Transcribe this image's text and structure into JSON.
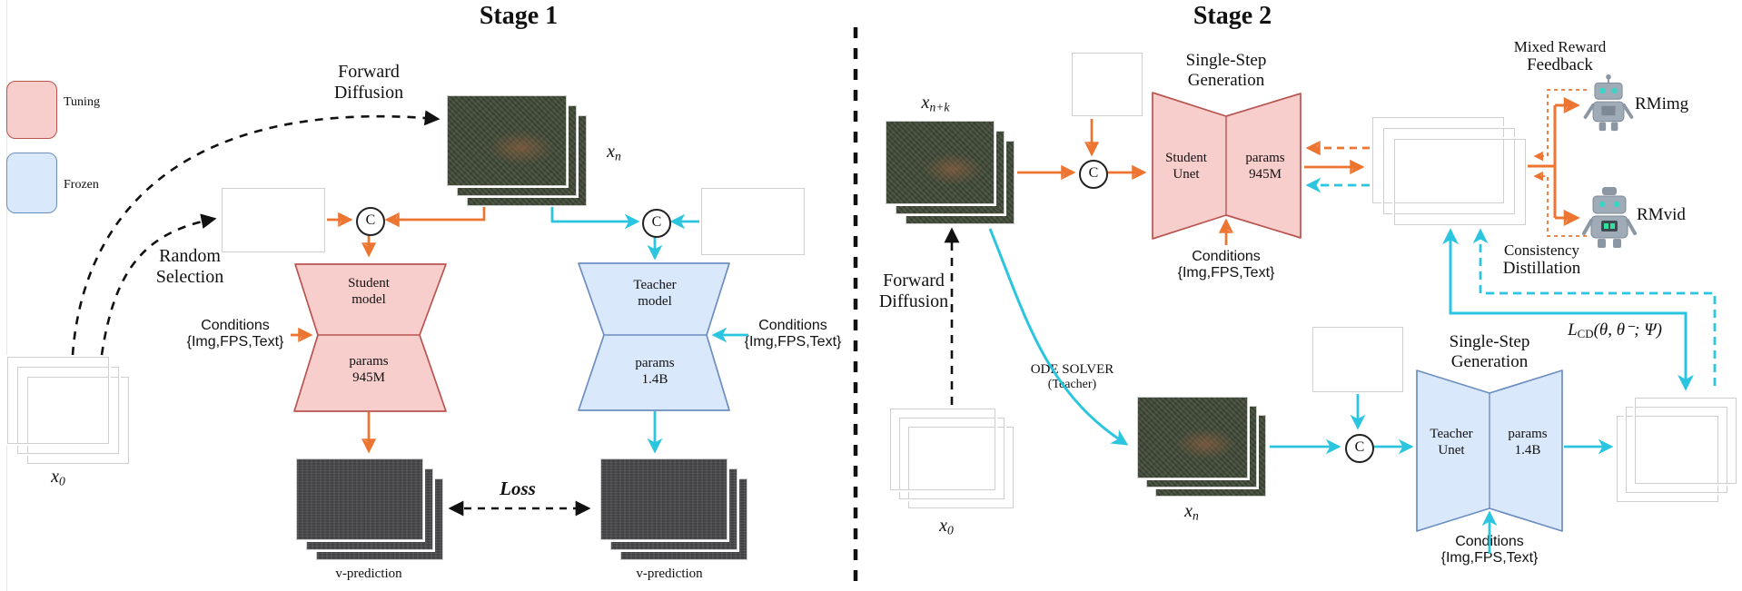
{
  "stage1": {
    "title": "Stage 1",
    "legend": {
      "tuning": "Tuning",
      "frozen": "Frozen"
    },
    "forward_diffusion": [
      "Forward",
      "Diffusion"
    ],
    "random_selection": [
      "Random",
      "Selection"
    ],
    "student": {
      "line1": "Student",
      "line2": "model",
      "params_label": "params",
      "params_value": "945M"
    },
    "teacher": {
      "line1": "Teacher",
      "line2": "model",
      "params_label": "params",
      "params_value": "1.4B"
    },
    "loss": "Loss",
    "v_prediction": "v-prediction",
    "x0": {
      "base": "x",
      "sub": "0"
    },
    "xn": {
      "base": "x",
      "sub": "n"
    }
  },
  "stage2": {
    "title": "Stage 2",
    "forward_diffusion": [
      "Forward",
      "Diffusion"
    ],
    "xnk": {
      "base": "x",
      "sub": "n+k"
    },
    "xn": {
      "base": "x",
      "sub": "n"
    },
    "x0": {
      "base": "x",
      "sub": "0"
    },
    "ode_solver": [
      "ODE SOLVER",
      "(Teacher)"
    ],
    "single_step": [
      "Single-Step",
      "Generation"
    ],
    "student_unet": {
      "line1": "Student",
      "line2": "Unet",
      "params_label": "params",
      "params_value": "945M"
    },
    "teacher_unet": {
      "line1": "Teacher",
      "line2": "Unet",
      "params_label": "params",
      "params_value": "1.4B"
    },
    "mixed_reward": [
      "Mixed Reward",
      "Feedback"
    ],
    "rm_img": "RMimg",
    "rm_vid": "RMvid",
    "consistency": [
      "Consistency",
      "Distillation"
    ],
    "lcd": {
      "base": "L",
      "sub": "CD",
      "rest": "(θ, θ⁻; Ψ)"
    }
  },
  "shared": {
    "conditions": {
      "line1": "Conditions",
      "line2": "{Img,FPS,Text}"
    },
    "concat": "C"
  },
  "colors": {
    "orange": "#ED7532",
    "cyan": "#2BC5E0",
    "tuning_fill": "#F8CECC",
    "tuning_stroke": "#B85450",
    "frozen_fill": "#DAE8FC",
    "frozen_stroke": "#6C8EBF"
  }
}
